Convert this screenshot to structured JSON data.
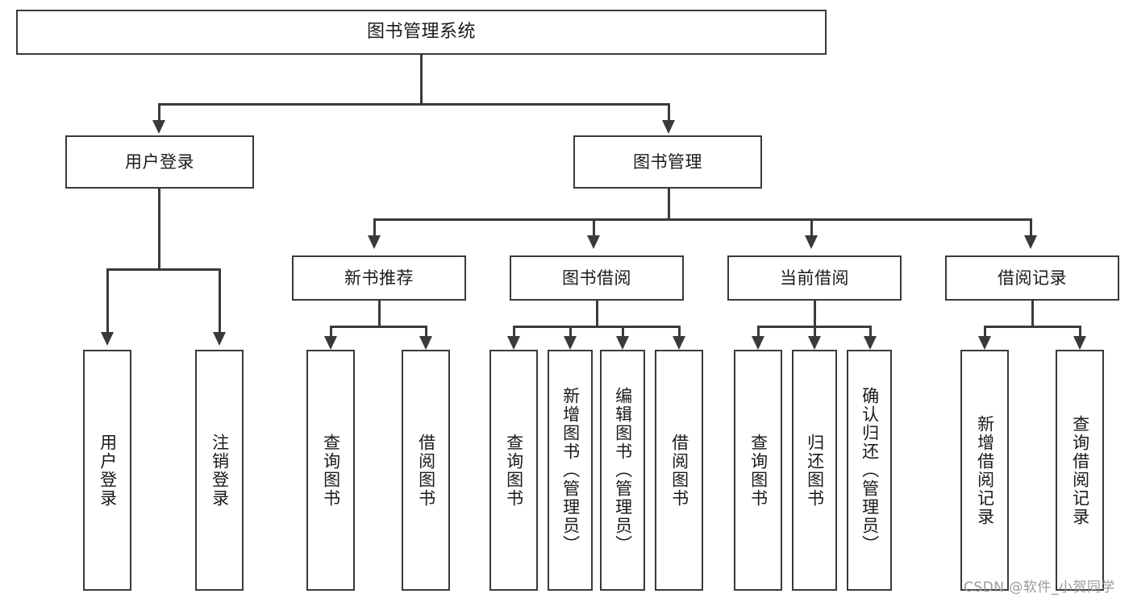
{
  "diagram": {
    "title": "图书管理系统",
    "type": "hierarchy-tree",
    "root": {
      "label": "图书管理系统"
    },
    "level2": [
      {
        "label": "用户登录"
      },
      {
        "label": "图书管理"
      }
    ],
    "level3": [
      {
        "label": "新书推荐"
      },
      {
        "label": "图书借阅"
      },
      {
        "label": "当前借阅"
      },
      {
        "label": "借阅记录"
      }
    ],
    "leaves": {
      "user_login": [
        {
          "label": "用户登录"
        },
        {
          "label": "注销登录"
        }
      ],
      "new_book": [
        {
          "label": "查询图书"
        },
        {
          "label": "借阅图书"
        }
      ],
      "book_borrow": [
        {
          "label": "查询图书"
        },
        {
          "label": "新增图书（管理员）"
        },
        {
          "label": "编辑图书（管理员）"
        },
        {
          "label": "借阅图书"
        }
      ],
      "current_borrow": [
        {
          "label": "查询图书"
        },
        {
          "label": "归还图书"
        },
        {
          "label": "确认归还（管理员）"
        }
      ],
      "borrow_record": [
        {
          "label": "新增借阅记录"
        },
        {
          "label": "查询借阅记录"
        }
      ]
    }
  },
  "watermark": {
    "text": "CSDN @软件_小贺同学"
  },
  "colors": {
    "stroke": "#3a3a3a",
    "background": "#ffffff",
    "text": "#1a1a1a",
    "watermark": "#9a9a9a"
  }
}
